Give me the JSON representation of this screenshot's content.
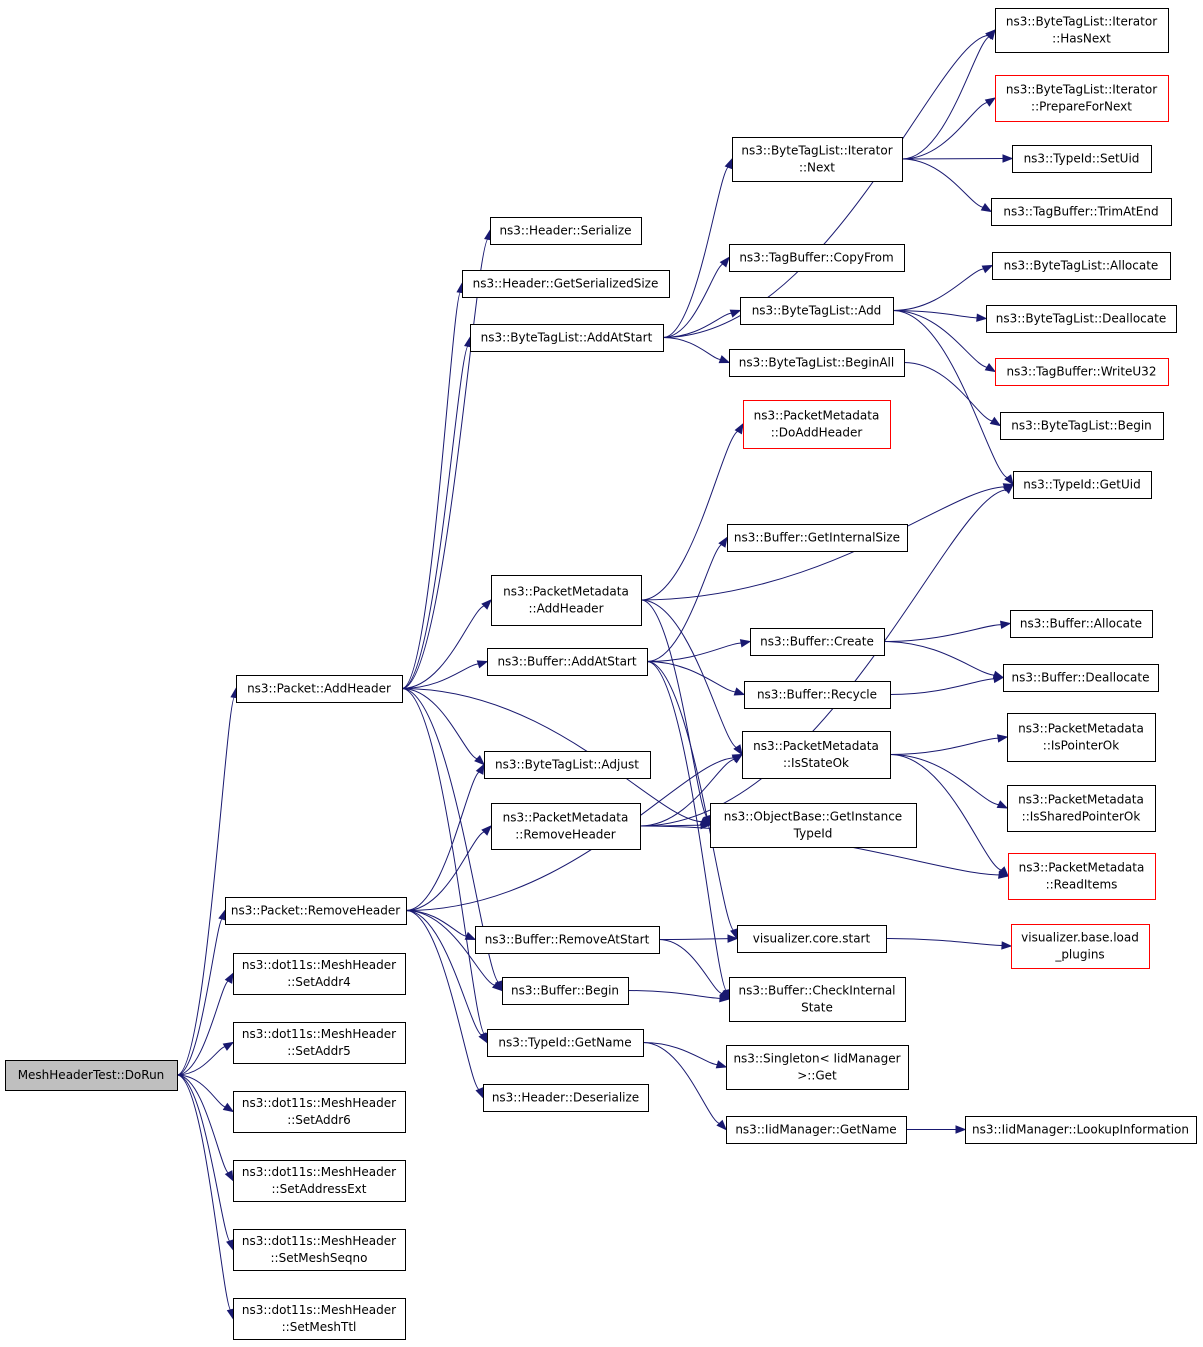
{
  "colors": {
    "edge": "#191970",
    "root_fill": "#bfbfbf",
    "node_border": "#000000",
    "truncated_border": "#ff0000",
    "background": "#ffffff"
  },
  "nodes": [
    {
      "id": "n0",
      "lines": [
        "MeshHeaderTest::DoRun"
      ],
      "root": true
    },
    {
      "id": "n1",
      "lines": [
        "ns3::Packet::AddHeader"
      ]
    },
    {
      "id": "n2",
      "lines": [
        "ns3::Packet::RemoveHeader"
      ]
    },
    {
      "id": "n3",
      "lines": [
        "ns3::dot11s::MeshHeader",
        "::SetAddr4"
      ]
    },
    {
      "id": "n4",
      "lines": [
        "ns3::dot11s::MeshHeader",
        "::SetAddr5"
      ]
    },
    {
      "id": "n5",
      "lines": [
        "ns3::dot11s::MeshHeader",
        "::SetAddr6"
      ]
    },
    {
      "id": "n6",
      "lines": [
        "ns3::dot11s::MeshHeader",
        "::SetAddressExt"
      ]
    },
    {
      "id": "n7",
      "lines": [
        "ns3::dot11s::MeshHeader",
        "::SetMeshSeqno"
      ]
    },
    {
      "id": "n8",
      "lines": [
        "ns3::dot11s::MeshHeader",
        "::SetMeshTtl"
      ]
    },
    {
      "id": "n9",
      "lines": [
        "ns3::Header::Serialize"
      ]
    },
    {
      "id": "n10",
      "lines": [
        "ns3::Header::GetSerializedSize"
      ]
    },
    {
      "id": "n11",
      "lines": [
        "ns3::ByteTagList::AddAtStart"
      ]
    },
    {
      "id": "n12",
      "lines": [
        "ns3::PacketMetadata",
        "::AddHeader"
      ]
    },
    {
      "id": "n13",
      "lines": [
        "ns3::Buffer::AddAtStart"
      ]
    },
    {
      "id": "n14",
      "lines": [
        "ns3::ByteTagList::Adjust"
      ]
    },
    {
      "id": "n15",
      "lines": [
        "ns3::PacketMetadata",
        "::RemoveHeader"
      ]
    },
    {
      "id": "n16",
      "lines": [
        "ns3::Buffer::RemoveAtStart"
      ]
    },
    {
      "id": "n17",
      "lines": [
        "ns3::Buffer::Begin"
      ]
    },
    {
      "id": "n18",
      "lines": [
        "ns3::TypeId::GetName"
      ]
    },
    {
      "id": "n19",
      "lines": [
        "ns3::Header::Deserialize"
      ]
    },
    {
      "id": "n20",
      "lines": [
        "ns3::ByteTagList::Iterator",
        "::Next"
      ]
    },
    {
      "id": "n21",
      "lines": [
        "ns3::TagBuffer::CopyFrom"
      ]
    },
    {
      "id": "n22",
      "lines": [
        "ns3::ByteTagList::Add"
      ]
    },
    {
      "id": "n23",
      "lines": [
        "ns3::ByteTagList::BeginAll"
      ]
    },
    {
      "id": "n24",
      "lines": [
        "ns3::PacketMetadata",
        "::DoAddHeader"
      ],
      "truncated": true
    },
    {
      "id": "n25",
      "lines": [
        "ns3::Buffer::GetInternalSize"
      ]
    },
    {
      "id": "n26",
      "lines": [
        "ns3::Buffer::Create"
      ]
    },
    {
      "id": "n27",
      "lines": [
        "ns3::Buffer::Recycle"
      ]
    },
    {
      "id": "n28",
      "lines": [
        "ns3::PacketMetadata",
        "::IsStateOk"
      ]
    },
    {
      "id": "n29",
      "lines": [
        "ns3::ObjectBase::GetInstance",
        "TypeId"
      ]
    },
    {
      "id": "n30",
      "lines": [
        "visualizer.core.start"
      ]
    },
    {
      "id": "n31",
      "lines": [
        "ns3::Buffer::CheckInternal",
        "State"
      ]
    },
    {
      "id": "n32",
      "lines": [
        "ns3::Singleton< IidManager",
        " >::Get"
      ]
    },
    {
      "id": "n33",
      "lines": [
        "ns3::IidManager::GetName"
      ]
    },
    {
      "id": "n34",
      "lines": [
        "ns3::ByteTagList::Iterator",
        "::HasNext"
      ]
    },
    {
      "id": "n35",
      "lines": [
        "ns3::ByteTagList::Iterator",
        "::PrepareForNext"
      ],
      "truncated": true
    },
    {
      "id": "n36",
      "lines": [
        "ns3::TypeId::SetUid"
      ]
    },
    {
      "id": "n37",
      "lines": [
        "ns3::TagBuffer::TrimAtEnd"
      ]
    },
    {
      "id": "n38",
      "lines": [
        "ns3::ByteTagList::Allocate"
      ]
    },
    {
      "id": "n39",
      "lines": [
        "ns3::ByteTagList::Deallocate"
      ]
    },
    {
      "id": "n40",
      "lines": [
        "ns3::TagBuffer::WriteU32"
      ],
      "truncated": true
    },
    {
      "id": "n41",
      "lines": [
        "ns3::ByteTagList::Begin"
      ]
    },
    {
      "id": "n42",
      "lines": [
        "ns3::TypeId::GetUid"
      ]
    },
    {
      "id": "n43",
      "lines": [
        "ns3::Buffer::Allocate"
      ]
    },
    {
      "id": "n44",
      "lines": [
        "ns3::Buffer::Deallocate"
      ]
    },
    {
      "id": "n45",
      "lines": [
        "ns3::PacketMetadata",
        "::IsPointerOk"
      ]
    },
    {
      "id": "n46",
      "lines": [
        "ns3::PacketMetadata",
        "::IsSharedPointerOk"
      ]
    },
    {
      "id": "n47",
      "lines": [
        "ns3::PacketMetadata",
        "::ReadItems"
      ],
      "truncated": true
    },
    {
      "id": "n48",
      "lines": [
        "visualizer.base.load",
        "_plugins"
      ],
      "truncated": true
    },
    {
      "id": "n49",
      "lines": [
        "ns3::IidManager::LookupInformation"
      ]
    }
  ],
  "edges": [
    [
      "n0",
      "n1"
    ],
    [
      "n0",
      "n2"
    ],
    [
      "n0",
      "n3"
    ],
    [
      "n0",
      "n4"
    ],
    [
      "n0",
      "n5"
    ],
    [
      "n0",
      "n6"
    ],
    [
      "n0",
      "n7"
    ],
    [
      "n0",
      "n8"
    ],
    [
      "n1",
      "n9"
    ],
    [
      "n1",
      "n10"
    ],
    [
      "n1",
      "n11"
    ],
    [
      "n1",
      "n12"
    ],
    [
      "n1",
      "n13"
    ],
    [
      "n1",
      "n14"
    ],
    [
      "n1",
      "n29"
    ],
    [
      "n1",
      "n17"
    ],
    [
      "n1",
      "n18"
    ],
    [
      "n2",
      "n14"
    ],
    [
      "n2",
      "n15"
    ],
    [
      "n2",
      "n28"
    ],
    [
      "n2",
      "n16"
    ],
    [
      "n2",
      "n17"
    ],
    [
      "n2",
      "n18"
    ],
    [
      "n2",
      "n19"
    ],
    [
      "n11",
      "n20"
    ],
    [
      "n11",
      "n21"
    ],
    [
      "n11",
      "n22"
    ],
    [
      "n11",
      "n23"
    ],
    [
      "n11",
      "n34"
    ],
    [
      "n12",
      "n24"
    ],
    [
      "n12",
      "n42"
    ],
    [
      "n12",
      "n28"
    ],
    [
      "n12",
      "n29"
    ],
    [
      "n13",
      "n25"
    ],
    [
      "n13",
      "n26"
    ],
    [
      "n13",
      "n27"
    ],
    [
      "n13",
      "n30"
    ],
    [
      "n13",
      "n31"
    ],
    [
      "n15",
      "n28"
    ],
    [
      "n15",
      "n29"
    ],
    [
      "n15",
      "n47"
    ],
    [
      "n15",
      "n42"
    ],
    [
      "n16",
      "n30"
    ],
    [
      "n16",
      "n31"
    ],
    [
      "n17",
      "n31"
    ],
    [
      "n18",
      "n32"
    ],
    [
      "n18",
      "n33"
    ],
    [
      "n20",
      "n34"
    ],
    [
      "n20",
      "n35"
    ],
    [
      "n20",
      "n36"
    ],
    [
      "n20",
      "n37"
    ],
    [
      "n22",
      "n38"
    ],
    [
      "n22",
      "n39"
    ],
    [
      "n22",
      "n40"
    ],
    [
      "n22",
      "n42"
    ],
    [
      "n23",
      "n41"
    ],
    [
      "n26",
      "n43"
    ],
    [
      "n26",
      "n44"
    ],
    [
      "n27",
      "n44"
    ],
    [
      "n28",
      "n45"
    ],
    [
      "n28",
      "n46"
    ],
    [
      "n28",
      "n47"
    ],
    [
      "n30",
      "n48"
    ],
    [
      "n33",
      "n49"
    ]
  ]
}
